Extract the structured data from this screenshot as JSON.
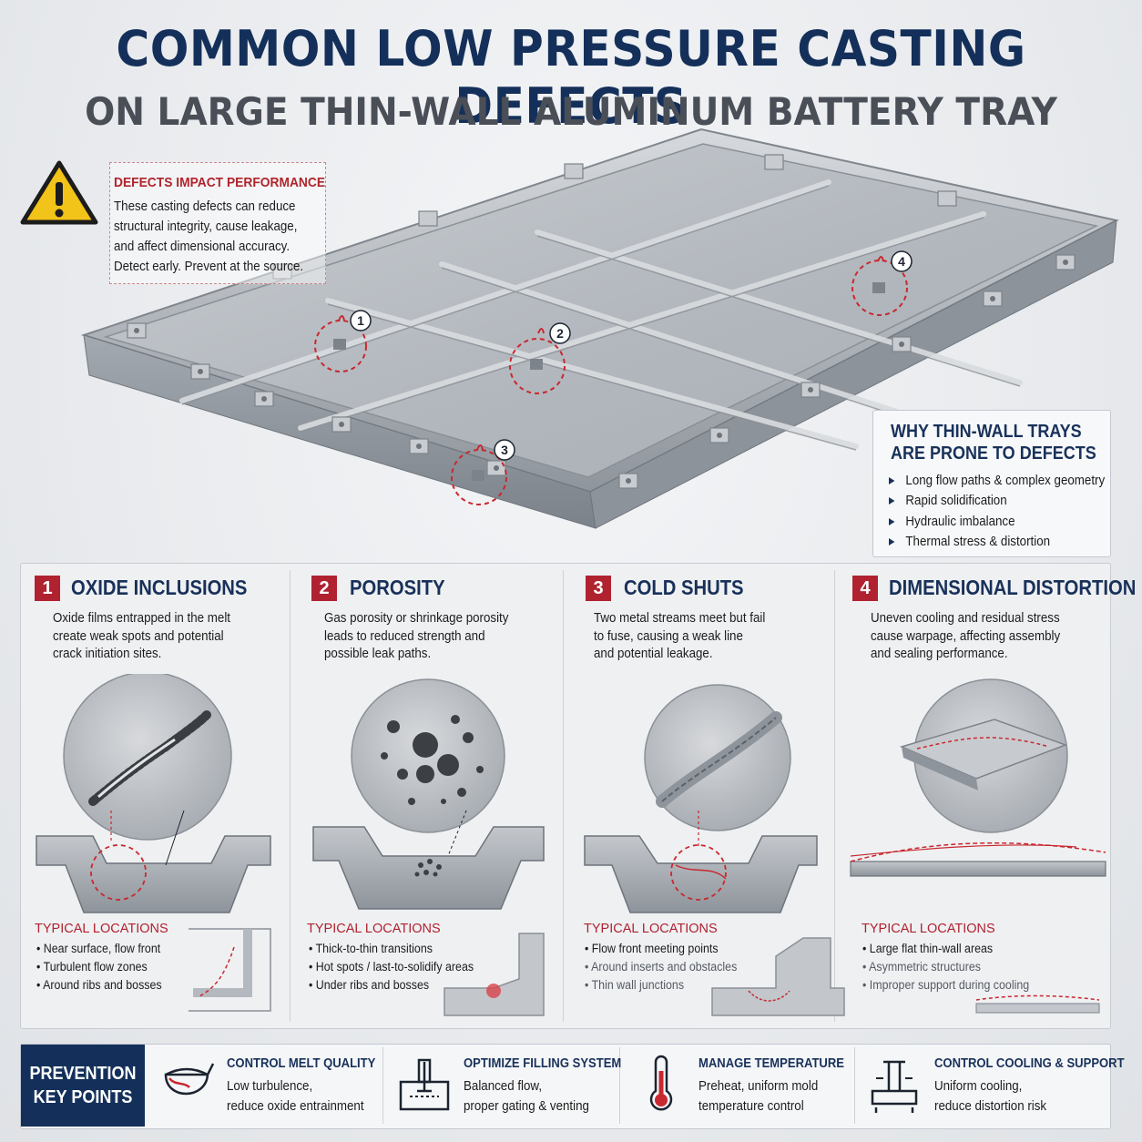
{
  "header": {
    "title": "COMMON LOW PRESSURE CASTING DEFECTS",
    "subtitle": "ON LARGE THIN-WALL ALUMINUM BATTERY TRAY"
  },
  "warning": {
    "heading": "DEFECTS IMPACT PERFORMANCE",
    "lines": [
      "These casting defects can reduce",
      "structural integrity, cause leakage,",
      "and affect dimensional accuracy.",
      "Detect early. Prevent at the source."
    ],
    "icon": "warning-triangle-icon"
  },
  "tray": {
    "markers": [
      "1",
      "2",
      "3",
      "4"
    ]
  },
  "why": {
    "title_lines": [
      "WHY THIN-WALL TRAYS",
      "ARE PRONE TO DEFECTS"
    ],
    "items": [
      "Long flow paths & complex geometry",
      "Rapid solidification",
      "Hydraulic imbalance",
      "Thermal stress & distortion"
    ]
  },
  "defects": [
    {
      "num": "1",
      "title": "OXIDE INCLUSIONS",
      "desc": [
        "Oxide films entrapped in the melt",
        "create weak spots and potential",
        "crack initiation sites."
      ],
      "locations_label": "TYPICAL LOCATIONS",
      "locations": [
        "Near surface, flow front",
        "Turbulent flow zones",
        "Around ribs and bosses"
      ]
    },
    {
      "num": "2",
      "title": "POROSITY",
      "desc": [
        "Gas porosity or shrinkage porosity",
        "leads to reduced strength and",
        "possible leak paths."
      ],
      "locations_label": "TYPICAL LOCATIONS",
      "locations": [
        "Thick-to-thin transitions",
        "Hot spots / last-to-solidify areas",
        "Under ribs and bosses"
      ]
    },
    {
      "num": "3",
      "title": "COLD SHUTS",
      "desc": [
        "Two metal streams meet but fail",
        "to fuse, causing a weak line",
        "and potential leakage."
      ],
      "locations_label": "TYPICAL LOCATIONS",
      "locations": [
        "Flow front meeting points",
        "Around inserts and obstacles",
        "Thin wall junctions"
      ]
    },
    {
      "num": "4",
      "title": "DIMENSIONAL DISTORTION",
      "desc": [
        "Uneven cooling and residual stress",
        "cause warpage, affecting assembly",
        "and sealing performance."
      ],
      "locations_label": "TYPICAL LOCATIONS",
      "locations": [
        "Large flat thin-wall areas",
        "Asymmetric structures",
        "Improper support during cooling"
      ]
    }
  ],
  "prevention": {
    "label_lines": [
      "PREVENTION",
      "KEY POINTS"
    ],
    "items": [
      {
        "title": "CONTROL MELT QUALITY",
        "desc": [
          "Low turbulence,",
          "reduce oxide entrainment"
        ],
        "icon": "ladle-icon"
      },
      {
        "title": "OPTIMIZE FILLING SYSTEM",
        "desc": [
          "Balanced flow,",
          "proper gating & venting"
        ],
        "icon": "gating-system-icon"
      },
      {
        "title": "MANAGE TEMPERATURE",
        "desc": [
          "Preheat, uniform mold",
          "temperature control"
        ],
        "icon": "thermometer-icon"
      },
      {
        "title": "CONTROL COOLING & SUPPORT",
        "desc": [
          "Uniform cooling,",
          "reduce distortion risk"
        ],
        "icon": "cooling-support-icon"
      }
    ]
  },
  "colors": {
    "navy": "#14305a",
    "red": "#b02230",
    "metal": "#b9bec4"
  }
}
